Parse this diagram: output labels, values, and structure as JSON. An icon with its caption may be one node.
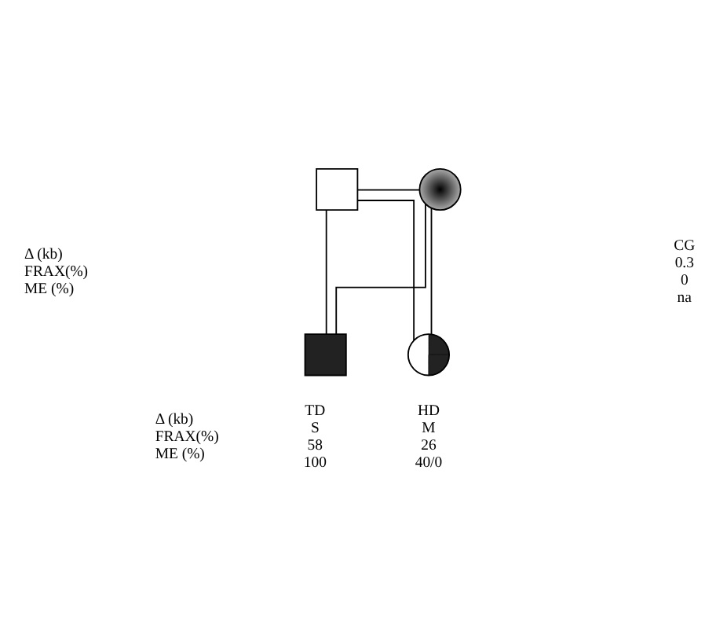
{
  "diagram": {
    "nodes": [
      {
        "text": [],
        "shape": "box"
      },
      {
        "text": [],
        "shape": "circle",
        "beside": [
          "CG",
          "0.3",
          "0",
          "na"
        ]
      },
      {
        "text": [],
        "shape": "box",
        "beside": [
          "TD",
          "S",
          "58",
          "100"
        ]
      },
      {
        "text": [],
        "shape": "circle",
        "beside": [
          "HD",
          "M",
          "26",
          "40/0"
        ]
      }
    ],
    "edges": [
      {
        "from": 0,
        "to": 1,
        "arrow": "none"
      },
      {
        "from": 0,
        "to": 2,
        "arrow": "none"
      },
      {
        "from": 1,
        "to": 2,
        "arrow": "none"
      },
      {
        "from": 0,
        "to": 3,
        "arrow": "none"
      },
      {
        "from": 1,
        "to": 3,
        "arrow": "none"
      }
    ],
    "labels": [
      "Δ (kb)",
      "FRAX(%)",
      "ME (%)",
      "Δ (kb)",
      "FRAX(%)",
      "ME (%)"
    ]
  }
}
